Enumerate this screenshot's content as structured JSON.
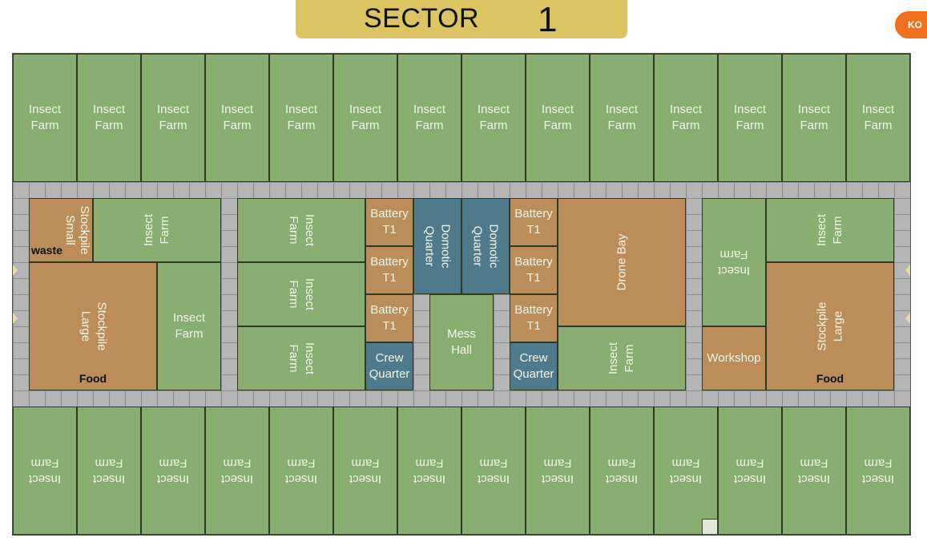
{
  "header": {
    "title": "SECTOR",
    "sector_number": "1"
  },
  "ko_button": "KO",
  "colors": {
    "farm": "#8aad72",
    "storage": "#bb8d5b",
    "quarters": "#4e7a8b",
    "corridor": "#b5b5b5",
    "title_bar": "#dcc463",
    "ko": "#f07020"
  },
  "top_row": [
    "Insect\nFarm",
    "Insect\nFarm",
    "Insect\nFarm",
    "Insect\nFarm",
    "Insect\nFarm",
    "Insect\nFarm",
    "Insect\nFarm",
    "Insect\nFarm",
    "Insect\nFarm",
    "Insect\nFarm",
    "Insect\nFarm",
    "Insect\nFarm",
    "Insect\nFarm",
    "Insect\nFarm"
  ],
  "bottom_row": [
    "Insect\nFarm",
    "Insect\nFarm",
    "Insect\nFarm",
    "Insect\nFarm",
    "Insect\nFarm",
    "Insect\nFarm",
    "Insect\nFarm",
    "Insect\nFarm",
    "Insect\nFarm",
    "Insect\nFarm",
    "Insect\nFarm",
    "Insect\nFarm",
    "Insect\nFarm",
    "Insect\nFarm"
  ],
  "rooms": [
    {
      "label": "Stockpile\nSmall",
      "content": "waste"
    },
    {
      "label": "Insect\nFarm"
    },
    {
      "label": "Stockpile\nLarge",
      "content": "Food"
    },
    {
      "label": "Insect\nFarm"
    },
    {
      "label": "Insect\nFarm"
    },
    {
      "label": "Insect\nFarm"
    },
    {
      "label": "Insect\nFarm"
    },
    {
      "label": "Battery\nT1"
    },
    {
      "label": "Battery\nT1"
    },
    {
      "label": "Battery\nT1"
    },
    {
      "label": "Crew\nQuarter"
    },
    {
      "label": "Domotic\nQuarter"
    },
    {
      "label": "Domotic\nQuarter"
    },
    {
      "label": "Mess\nHall"
    },
    {
      "label": "Battery\nT1"
    },
    {
      "label": "Battery\nT1"
    },
    {
      "label": "Battery\nT1"
    },
    {
      "label": "Crew\nQuarter"
    },
    {
      "label": "Drone Bay"
    },
    {
      "label": "Insect\nFarm"
    },
    {
      "label": "Insect\nFarm"
    },
    {
      "label": "Workshop"
    },
    {
      "label": "Insect\nFarm"
    },
    {
      "label": "Stockpile\nLarge",
      "content": "Food"
    }
  ]
}
